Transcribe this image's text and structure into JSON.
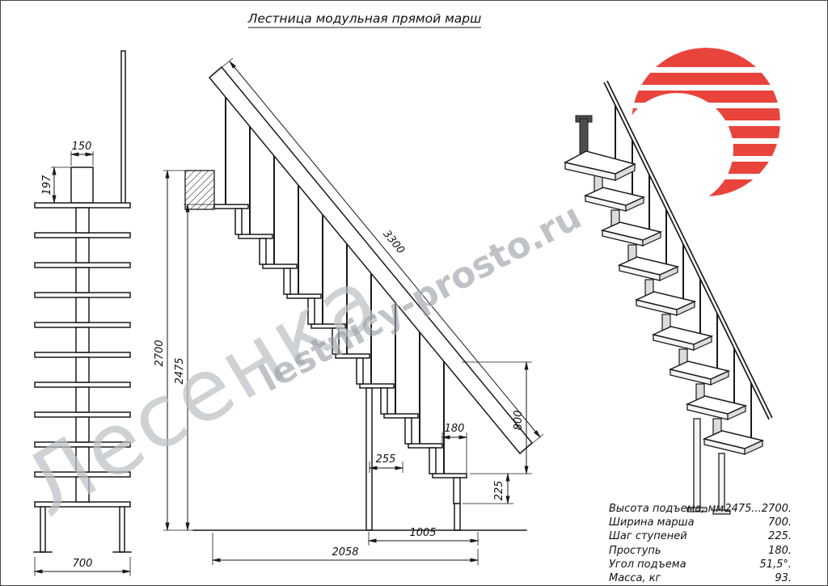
{
  "title": "Лестница модульная прямой марш",
  "watermarks": {
    "large": "Лесенка",
    "site": "lestnicy-prosto.ru"
  },
  "front_view": {
    "bracket_width": "150",
    "bracket_height": "197",
    "flight_width": "700"
  },
  "side_view": {
    "slope_length": "3300",
    "total_height": "2700",
    "stair_height": "2475",
    "tread_depth": "180",
    "gap": "255",
    "rail_height": "800",
    "riser": "225",
    "post_span": "1005",
    "total_length": "2058"
  },
  "specs": {
    "rows": [
      {
        "label": "Высота подъема, мм",
        "value": "2475...2700."
      },
      {
        "label": "Ширина марша",
        "value": "700."
      },
      {
        "label": "Шаг ступеней",
        "value": "225."
      },
      {
        "label": "Проступь",
        "value": "180."
      },
      {
        "label": "Угол подъема",
        "value": "51,5°."
      },
      {
        "label": "Масса, кг",
        "value": "93."
      }
    ]
  },
  "colors": {
    "line": "#1a1a1a",
    "logo_red": "#e8352c",
    "watermark": "#bcc1c5"
  }
}
